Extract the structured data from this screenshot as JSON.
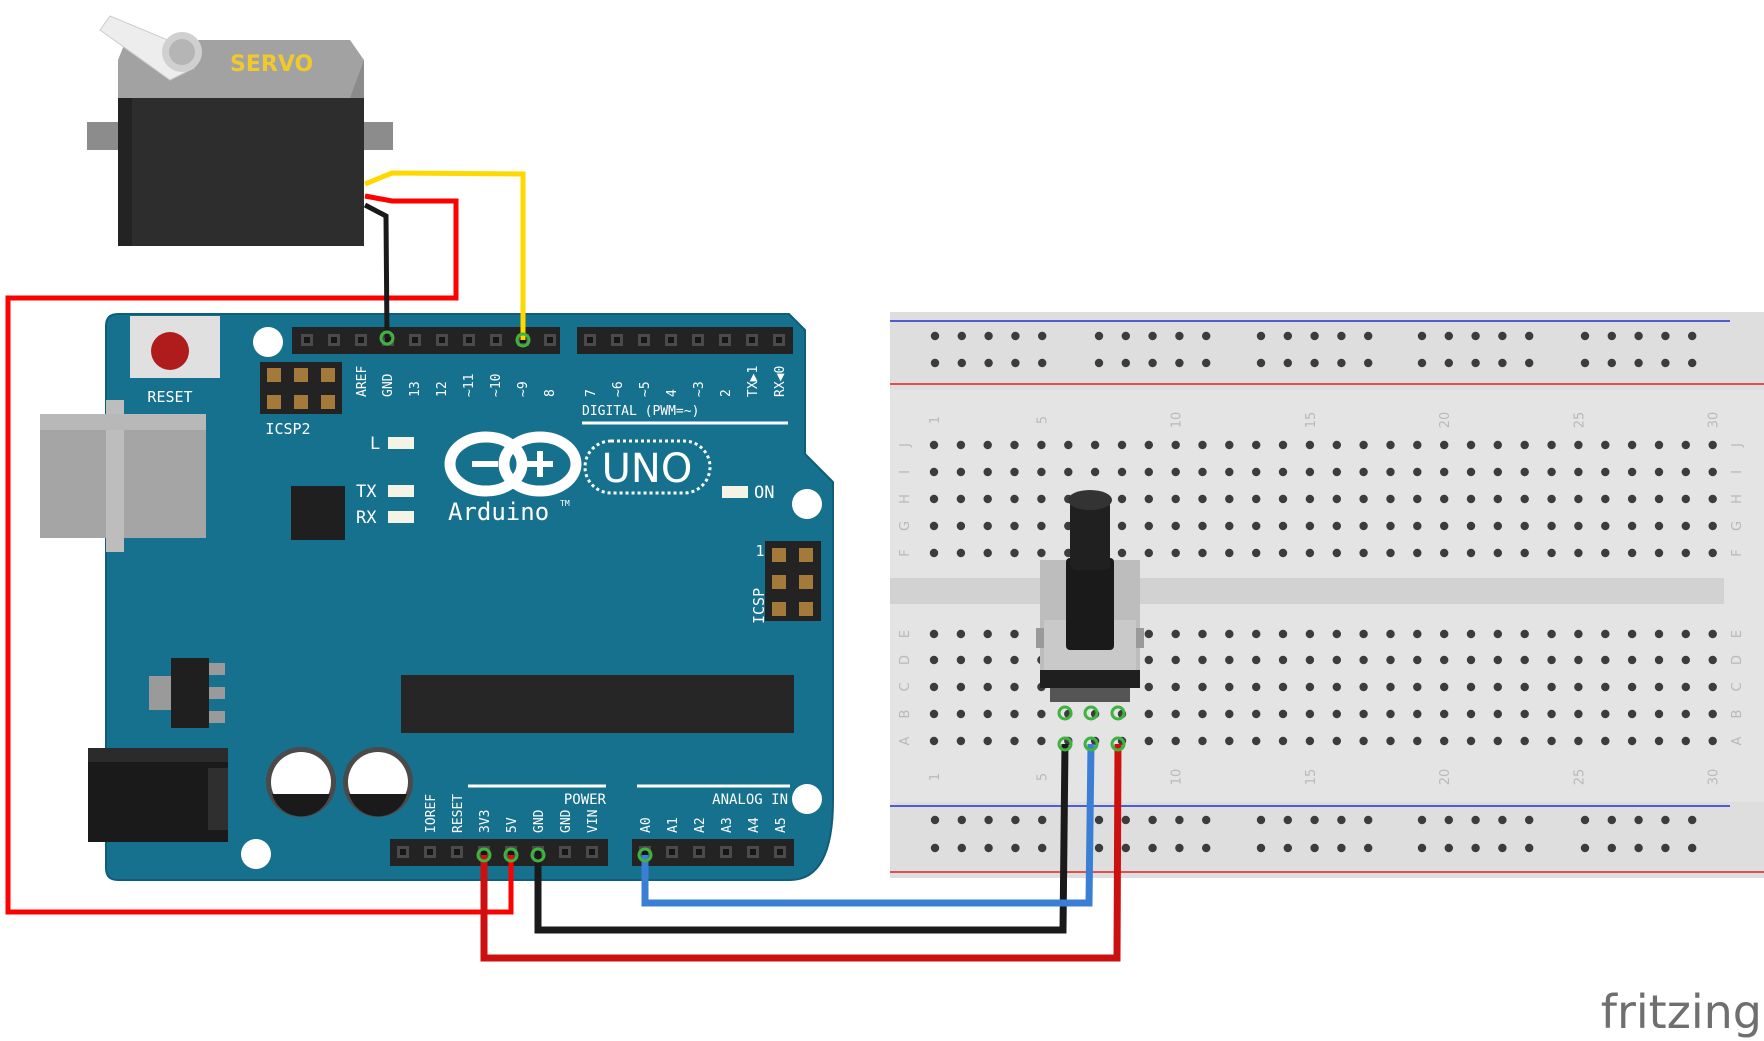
{
  "servo": {
    "label": "SERVO"
  },
  "arduino": {
    "reset_label": "RESET",
    "icsp2_label": "ICSP2",
    "icsp_label": "ICSP",
    "icsp_pin1": "1",
    "led_l": "L",
    "led_tx": "TX",
    "led_rx": "RX",
    "led_on": "ON",
    "brand": "Arduino",
    "trademark": "TM",
    "model": "UNO",
    "digital_label": "DIGITAL (PWM=~)",
    "power_label": "POWER",
    "analog_label": "ANALOG IN",
    "digital_pins": [
      "AREF",
      "GND",
      "13",
      "12",
      "~11",
      "~10",
      "~9",
      "8",
      "7",
      "~6",
      "~5",
      "4",
      "~3",
      "2",
      "TX▶1",
      "RX◀0"
    ],
    "power_pins": [
      "IOREF",
      "RESET",
      "3V3",
      "5V",
      "GND",
      "GND",
      "VIN"
    ],
    "analog_pins": [
      "A0",
      "A1",
      "A2",
      "A3",
      "A4",
      "A5"
    ]
  },
  "breadboard": {
    "col_numbers": [
      "1",
      "5",
      "10",
      "15",
      "20",
      "25",
      "30"
    ],
    "rows_top": [
      "J",
      "I",
      "H",
      "G",
      "F"
    ],
    "rows_bottom": [
      "E",
      "D",
      "C",
      "B",
      "A"
    ]
  },
  "wires": {
    "servo_signal": "#ffd800",
    "servo_power": "#ff0000",
    "servo_ground": "#1a1a1a",
    "pot_power": "#cc1010",
    "pot_ground": "#1a1a1a",
    "pot_wiper": "#3a7fd5"
  },
  "colors": {
    "board": "#16718f",
    "board_stroke": "#0f5d77",
    "breadboard": "#e3e3e3",
    "rail_red": "#e02020",
    "rail_blue": "#2030d0"
  },
  "watermark": "fritzing"
}
